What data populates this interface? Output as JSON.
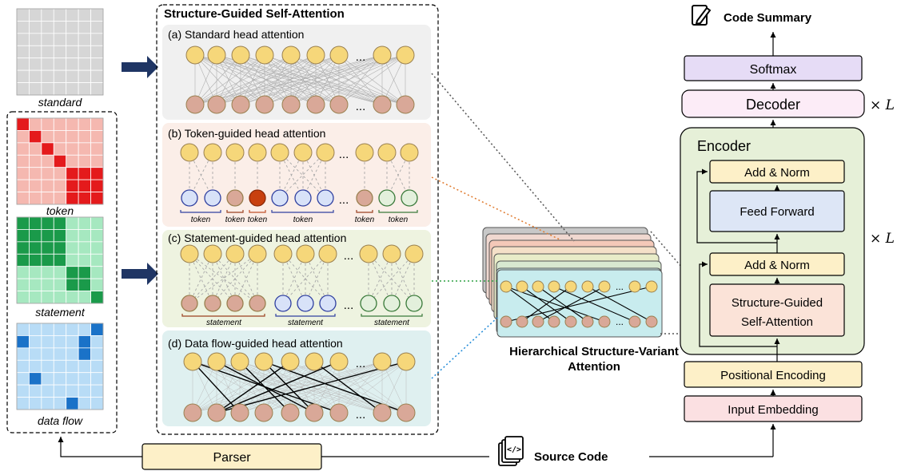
{
  "colors": {
    "node_top": "#f6d77a",
    "node_bottom": "#d9a898",
    "node_blue": "#d8e2f8",
    "node_green": "#e3f0dc",
    "node_red": "#c8400f",
    "panel_a": "#f0f0f0",
    "panel_b": "#fbeee8",
    "panel_c": "#eef3e0",
    "panel_d": "#dff0f0",
    "encoder_bg": "#e6f0d8",
    "addnorm": "#fdf0c8",
    "feedforward": "#dde6f6",
    "sgsa": "#fbe3d8",
    "softmax": "#e6dcf6",
    "decoder": "#fcecf7",
    "posenc": "#fdf0c8",
    "inputemb": "#fbe0e2",
    "parser": "#fdf0c8",
    "arrow_navy": "#1f3564"
  },
  "mask_labels": {
    "standard": "standard",
    "token": "token",
    "statement": "statement",
    "data_flow": "data flow"
  },
  "sgsa_title": "Structure-Guided Self-Attention",
  "panels": {
    "a": "(a) Standard head attention",
    "b": "(b) Token-guided head attention",
    "c": "(c) Statement-guided head attention",
    "d": "(d) Data flow-guided head attention"
  },
  "ellipsis": "...",
  "group_labels": {
    "token": "token",
    "statement": "statement"
  },
  "hsva_line1": "Hierarchical Structure-Variant",
  "hsva_line2": "Attention",
  "transformer": {
    "code_summary": "Code Summary",
    "softmax": "Softmax",
    "decoder": "Decoder",
    "times_l": "× L",
    "encoder": "Encoder",
    "add_norm": "Add & Norm",
    "feed_forward": "Feed Forward",
    "sgsa_line1": "Structure-Guided",
    "sgsa_line2": "Self-Attention",
    "positional_encoding": "Positional Encoding",
    "input_embedding": "Input Embedding"
  },
  "parser": "Parser",
  "source_code": "Source Code"
}
